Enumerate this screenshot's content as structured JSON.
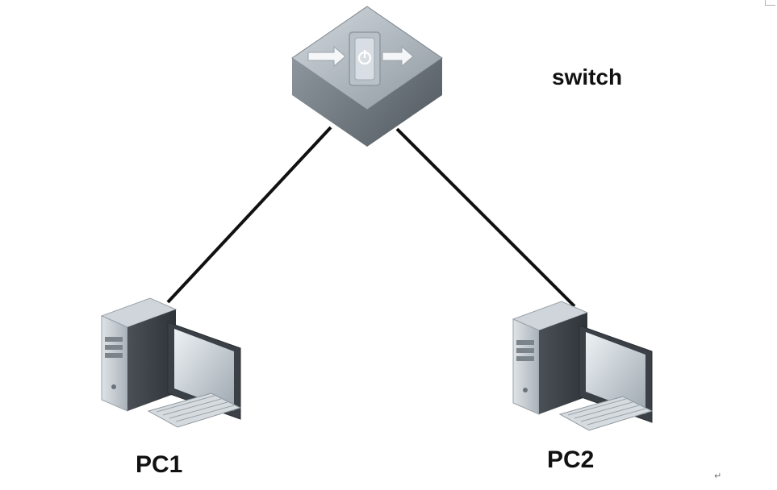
{
  "nodes": {
    "switch": {
      "label": "switch",
      "icon": "network-switch-icon"
    },
    "pc1": {
      "label": "PC1",
      "icon": "desktop-computer-icon"
    },
    "pc2": {
      "label": "PC2",
      "icon": "desktop-computer-icon"
    }
  },
  "links": [
    {
      "from": "switch",
      "to": "pc1"
    },
    {
      "from": "switch",
      "to": "pc2"
    }
  ],
  "colors": {
    "link": "#111111",
    "device_body": "#9aa3ab",
    "device_dark": "#4a4f55"
  }
}
